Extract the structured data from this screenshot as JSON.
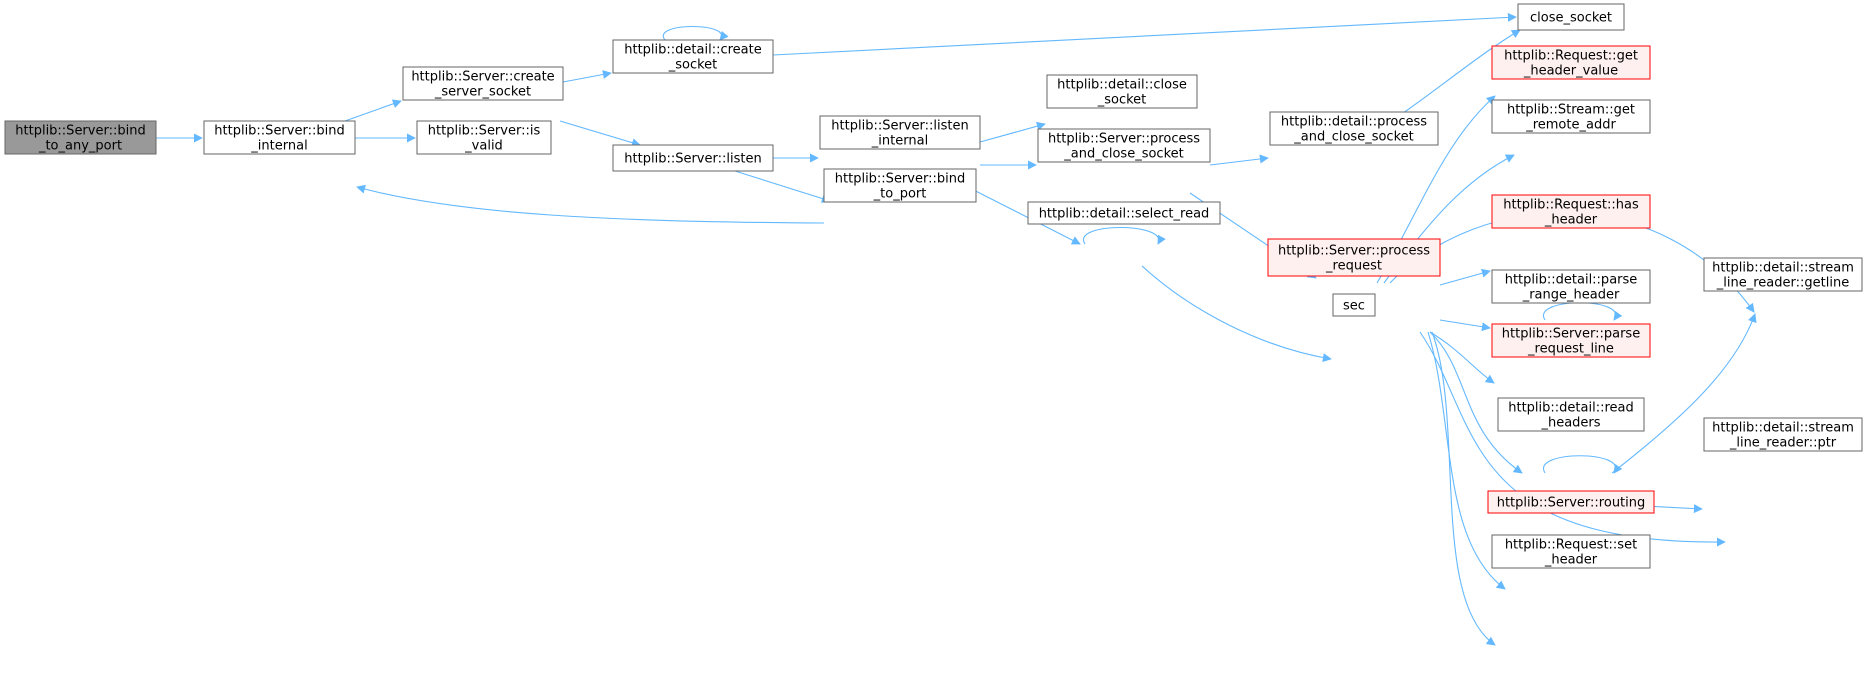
{
  "diagram": {
    "type": "call-graph",
    "colors": {
      "edge": "#63b8ff",
      "node_border": "#666666",
      "root_fill": "#999999",
      "truncated_border": "#ff0000",
      "truncated_fill": "#fff0f0"
    },
    "nodes": [
      {
        "id": "bind_to_any_port",
        "lines": [
          "httplib::Server::bind",
          "_to_any_port"
        ],
        "style": "root"
      },
      {
        "id": "bind_internal",
        "lines": [
          "httplib::Server::bind",
          "_internal"
        ],
        "style": "normal"
      },
      {
        "id": "create_server_socket",
        "lines": [
          "httplib::Server::create",
          "_server_socket"
        ],
        "style": "normal"
      },
      {
        "id": "is_valid",
        "lines": [
          "httplib::Server::is",
          "_valid"
        ],
        "style": "normal"
      },
      {
        "id": "create_socket",
        "lines": [
          "httplib::detail::create",
          "_socket"
        ],
        "style": "normal"
      },
      {
        "id": "listen",
        "lines": [
          "httplib::Server::listen"
        ],
        "style": "normal"
      },
      {
        "id": "close_socket",
        "lines": [
          "close_socket"
        ],
        "style": "normal"
      },
      {
        "id": "listen_internal",
        "lines": [
          "httplib::Server::listen",
          "_internal"
        ],
        "style": "normal"
      },
      {
        "id": "bind_to_port",
        "lines": [
          "httplib::Server::bind",
          "_to_port"
        ],
        "style": "normal"
      },
      {
        "id": "detail_close_socket",
        "lines": [
          "httplib::detail::close",
          "_socket"
        ],
        "style": "normal"
      },
      {
        "id": "server_process_and_close_socket",
        "lines": [
          "httplib::Server::process",
          "_and_close_socket"
        ],
        "style": "normal"
      },
      {
        "id": "select_read",
        "lines": [
          "httplib::detail::select_read"
        ],
        "style": "normal"
      },
      {
        "id": "detail_process_and_close_socket",
        "lines": [
          "httplib::detail::process",
          "_and_close_socket"
        ],
        "style": "normal"
      },
      {
        "id": "process_request",
        "lines": [
          "httplib::Server::process",
          "_request"
        ],
        "style": "trunc"
      },
      {
        "id": "sec",
        "lines": [
          "sec"
        ],
        "style": "normal"
      },
      {
        "id": "get_header_value",
        "lines": [
          "httplib::Request::get",
          "_header_value"
        ],
        "style": "trunc"
      },
      {
        "id": "get_remote_addr",
        "lines": [
          "httplib::Stream::get",
          "_remote_addr"
        ],
        "style": "normal"
      },
      {
        "id": "has_header",
        "lines": [
          "httplib::Request::has",
          "_header"
        ],
        "style": "trunc"
      },
      {
        "id": "parse_range_header",
        "lines": [
          "httplib::detail::parse",
          "_range_header"
        ],
        "style": "normal"
      },
      {
        "id": "parse_request_line",
        "lines": [
          "httplib::Server::parse",
          "_request_line"
        ],
        "style": "trunc"
      },
      {
        "id": "read_headers",
        "lines": [
          "httplib::detail::read",
          "_headers"
        ],
        "style": "normal"
      },
      {
        "id": "routing",
        "lines": [
          "httplib::Server::routing"
        ],
        "style": "trunc"
      },
      {
        "id": "set_header",
        "lines": [
          "httplib::Request::set",
          "_header"
        ],
        "style": "normal"
      },
      {
        "id": "getline",
        "lines": [
          "httplib::detail::stream",
          "_line_reader::getline"
        ],
        "style": "normal"
      },
      {
        "id": "ptr",
        "lines": [
          "httplib::detail::stream",
          "_line_reader::ptr"
        ],
        "style": "normal"
      }
    ],
    "edges": [
      [
        "bind_to_any_port",
        "bind_internal"
      ],
      [
        "bind_internal",
        "create_server_socket"
      ],
      [
        "bind_internal",
        "is_valid"
      ],
      [
        "create_server_socket",
        "create_socket"
      ],
      [
        "create_server_socket",
        "listen"
      ],
      [
        "create_socket",
        "close_socket"
      ],
      [
        "create_socket",
        "create_socket"
      ],
      [
        "listen",
        "listen_internal"
      ],
      [
        "listen",
        "bind_to_port"
      ],
      [
        "bind_to_port",
        "bind_internal"
      ],
      [
        "listen_internal",
        "detail_close_socket"
      ],
      [
        "listen_internal",
        "server_process_and_close_socket"
      ],
      [
        "listen_internal",
        "select_read"
      ],
      [
        "select_read",
        "select_read"
      ],
      [
        "select_read",
        "sec"
      ],
      [
        "server_process_and_close_socket",
        "detail_process_and_close_socket"
      ],
      [
        "server_process_and_close_socket",
        "process_request"
      ],
      [
        "detail_process_and_close_socket",
        "detail_process_and_close_socket"
      ],
      [
        "detail_process_and_close_socket",
        "close_socket"
      ],
      [
        "process_request",
        "get_header_value"
      ],
      [
        "process_request",
        "get_remote_addr"
      ],
      [
        "process_request",
        "getline"
      ],
      [
        "process_request",
        "has_header"
      ],
      [
        "process_request",
        "parse_range_header"
      ],
      [
        "process_request",
        "parse_request_line"
      ],
      [
        "process_request",
        "read_headers"
      ],
      [
        "process_request",
        "ptr"
      ],
      [
        "process_request",
        "routing"
      ],
      [
        "process_request",
        "set_header"
      ],
      [
        "parse_range_header",
        "parse_range_header"
      ],
      [
        "read_headers",
        "read_headers"
      ],
      [
        "read_headers",
        "getline"
      ],
      [
        "read_headers",
        "ptr"
      ]
    ]
  }
}
